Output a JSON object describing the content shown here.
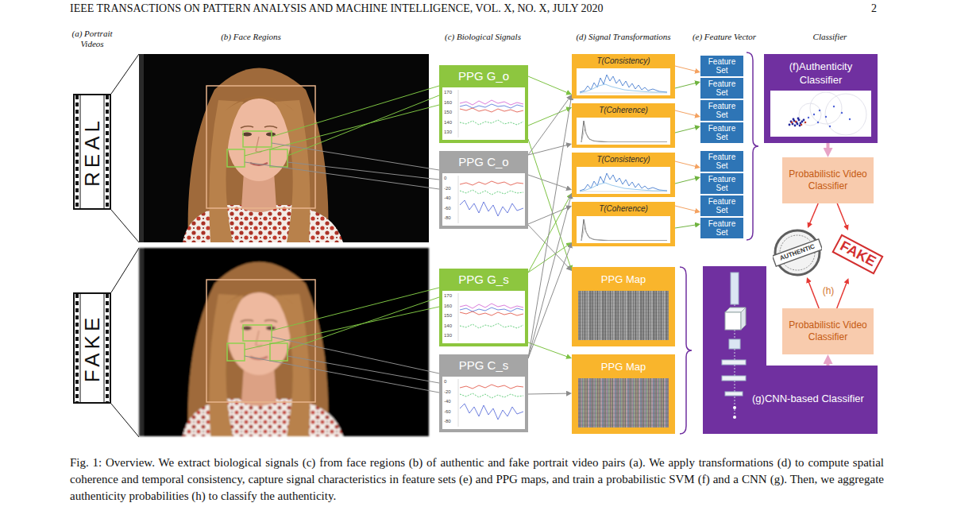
{
  "diagram": {
    "caption": "Fig. 1: Overview. We extract biological signals (c) from face regions (b) of authentic and fake portrait video pairs (a). We apply transformations (d) to compute spatial coherence and temporal consistency, capture signal characteristics in feature sets (e) and PPG maps, and train a probabilistic SVM (f) and a CNN (g). Then, we aggregate authenticity probabilities (h) to classify the authenticity.",
    "nodes": [
      {
        "text": [
          "REAL"
        ]
      },
      {
        "text": [
          "FAKE"
        ]
      },
      {
        "text": [
          "PPG G_o"
        ]
      },
      {
        "text": [
          "PPG C_o"
        ]
      },
      {
        "text": [
          "PPG G_s"
        ]
      },
      {
        "text": [
          "PPG C_s"
        ]
      },
      {
        "text": [
          "T(Consistency)"
        ]
      },
      {
        "text": [
          "T(Coherence)"
        ]
      },
      {
        "text": [
          "T(Consistency)"
        ]
      },
      {
        "text": [
          "T(Coherence)"
        ]
      },
      {
        "text": [
          "PPG Map"
        ]
      },
      {
        "text": [
          "PPG Map"
        ]
      },
      {
        "text": [
          "Feature Set"
        ]
      },
      {
        "text": [
          "Feature Set"
        ]
      },
      {
        "text": [
          "Feature Set"
        ]
      },
      {
        "text": [
          "Feature Set"
        ]
      },
      {
        "text": [
          "Feature Set"
        ]
      },
      {
        "text": [
          "Feature Set"
        ]
      },
      {
        "text": [
          "Feature Set"
        ]
      },
      {
        "text": [
          "Feature Set"
        ]
      },
      {
        "text": [
          "(f)Authenticity Classifier"
        ]
      },
      {
        "text": [
          "Probabilistic Video Classifier"
        ]
      },
      {
        "text": [
          "AUTHENTIC"
        ]
      },
      {
        "text": [
          "FAKE"
        ]
      },
      {
        "text": [
          "Probabilistic Video Classifier"
        ]
      },
      {
        "text": [
          "(g)CNN-based Classifier"
        ]
      }
    ],
    "edges": [
      {
        "from": 2,
        "to": 6,
        "arrow": "to"
      },
      {
        "from": 2,
        "to": 7,
        "arrow": "to"
      },
      {
        "from": 2,
        "to": 10,
        "arrow": "to"
      },
      {
        "from": 3,
        "to": 6,
        "arrow": "to"
      },
      {
        "from": 3,
        "to": 7,
        "arrow": "to"
      },
      {
        "from": 3,
        "to": 8,
        "arrow": "to"
      },
      {
        "from": 3,
        "to": 9,
        "arrow": "to"
      },
      {
        "from": 3,
        "to": 10,
        "arrow": "to"
      },
      {
        "from": 4,
        "to": 8,
        "arrow": "to"
      },
      {
        "from": 4,
        "to": 9,
        "arrow": "to"
      },
      {
        "from": 4,
        "to": 11,
        "arrow": "to"
      },
      {
        "from": 5,
        "to": 6,
        "arrow": "to"
      },
      {
        "from": 5,
        "to": 8,
        "arrow": "to"
      },
      {
        "from": 5,
        "to": 9,
        "arrow": "to"
      },
      {
        "from": 5,
        "to": 11,
        "arrow": "to"
      },
      {
        "from": 6,
        "to": 12,
        "arrow": "to"
      },
      {
        "from": 6,
        "to": 13,
        "arrow": "to"
      },
      {
        "from": 7,
        "to": 14,
        "arrow": "to"
      },
      {
        "from": 7,
        "to": 15,
        "arrow": "to"
      },
      {
        "from": 8,
        "to": 16,
        "arrow": "to"
      },
      {
        "from": 8,
        "to": 17,
        "arrow": "to"
      },
      {
        "from": 9,
        "to": 18,
        "arrow": "to"
      },
      {
        "from": 9,
        "to": 19,
        "arrow": "to"
      },
      {
        "from": 20,
        "to": 21,
        "arrow": "to"
      },
      {
        "from": 21,
        "to": 22,
        "arrow": "to"
      },
      {
        "from": 21,
        "to": 23,
        "arrow": "to"
      },
      {
        "from": 24,
        "to": 22,
        "arrow": "to"
      },
      {
        "from": 24,
        "to": 23,
        "arrow": "to"
      },
      {
        "from": 25,
        "to": 24,
        "arrow": "to"
      }
    ],
    "labels": [
      "IEEE TRANSACTIONS ON PATTERN ANALYSIS AND MACHINE INTELLIGENCE, VOL. X, NO. X, JULY 2020",
      "2",
      "(a) Portrait Videos",
      "(b) Face Regions",
      "(c) Biological Signals",
      "(d) Signal Transformations",
      "(e) Feature Vector",
      "Classifier",
      "170",
      "160",
      "150",
      "140",
      "130",
      "0",
      "-20",
      "-40",
      "-60",
      "-80",
      "170",
      "160",
      "150",
      "140",
      "130",
      "0",
      "-20",
      "-40",
      "-60",
      "-80",
      "(h)"
    ]
  }
}
